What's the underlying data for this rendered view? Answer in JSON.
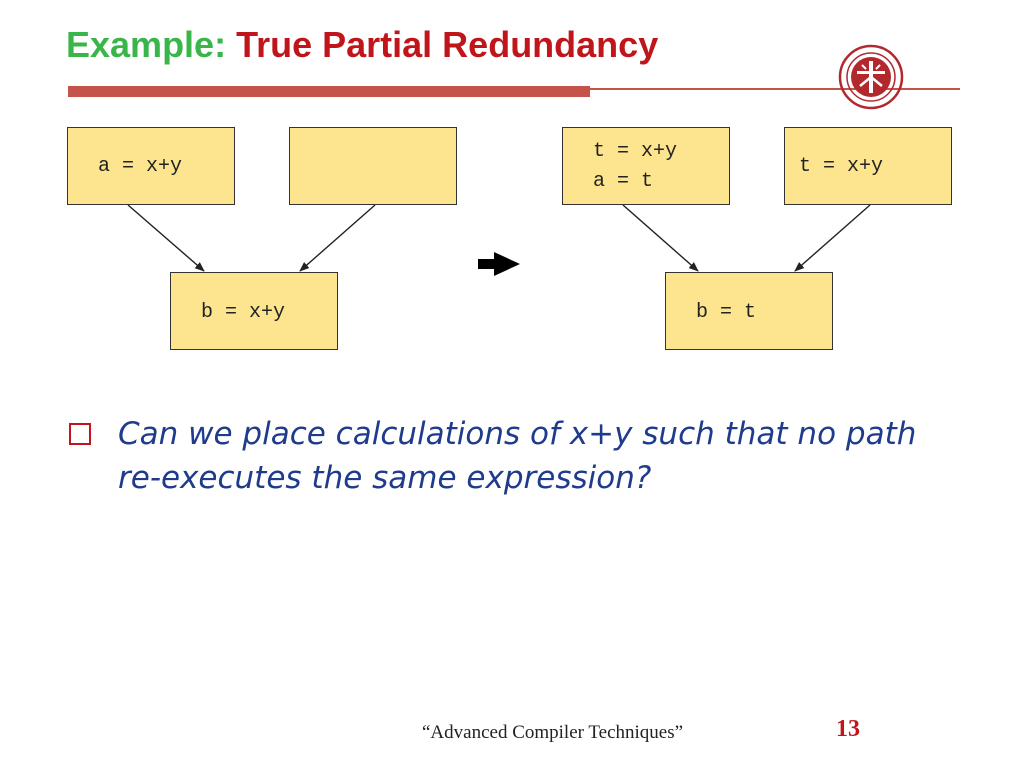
{
  "slide": {
    "title_prefix": "Example:",
    "title_main": "True Partial Redundancy",
    "bullet": "Can we place calculations of x+y such that no path re-executes the same expression?",
    "footer": "“Advanced Compiler Techniques”",
    "page_number": "13"
  },
  "diagram": {
    "before": {
      "left_block": "a = x+y",
      "right_block": "",
      "join_block": "b = x+y"
    },
    "after": {
      "left_block_line1": "t = x+y",
      "left_block_line2": "a = t",
      "right_block": "t = x+y",
      "join_block": "b = t"
    },
    "transform_arrow": "right-arrow-icon"
  },
  "colors": {
    "title_prefix": "#3ab54a",
    "title_main": "#c0161b",
    "block_fill": "#fde58f",
    "bullet_text": "#1f3b8c",
    "rule": "#c4534b"
  },
  "logo": "university-seal-icon"
}
